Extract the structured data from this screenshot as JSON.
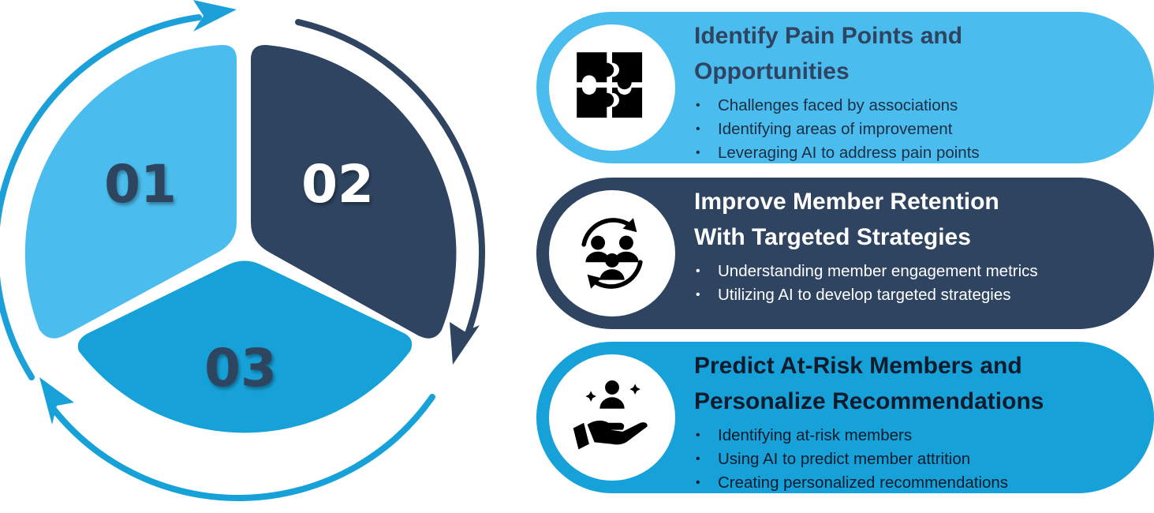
{
  "colors": {
    "light_blue": "#4ABDEE",
    "navy": "#2E4460",
    "medium_blue": "#16A2D9",
    "arrow_blue": "#1CA0DA"
  },
  "cycle": {
    "segments": [
      {
        "number": "01",
        "color": "#4ABDEE",
        "text_color": "#2E4460"
      },
      {
        "number": "02",
        "color": "#2E4460",
        "text_color": "#FFFFFF"
      },
      {
        "number": "03",
        "color": "#16A2D9",
        "text_color": "#2E4460"
      }
    ]
  },
  "cards": [
    {
      "icon": "puzzle-icon",
      "title_line1": "Identify Pain Points and",
      "title_line2": "Opportunities",
      "bullets": [
        "Challenges faced by associations",
        "Identifying areas of improvement",
        "Leveraging AI to address pain points"
      ]
    },
    {
      "icon": "member-cycle-icon",
      "title_line1": "Improve Member Retention",
      "title_line2": "With Targeted Strategies",
      "bullets": [
        "Understanding member engagement metrics",
        "Utilizing AI to develop targeted strategies"
      ]
    },
    {
      "icon": "hand-person-icon",
      "title_line1": "Predict At-Risk Members and",
      "title_line2": "Personalize Recommendations",
      "bullets": [
        "Identifying at-risk members",
        "Using AI to predict member attrition",
        "Creating personalized recommendations"
      ]
    }
  ]
}
